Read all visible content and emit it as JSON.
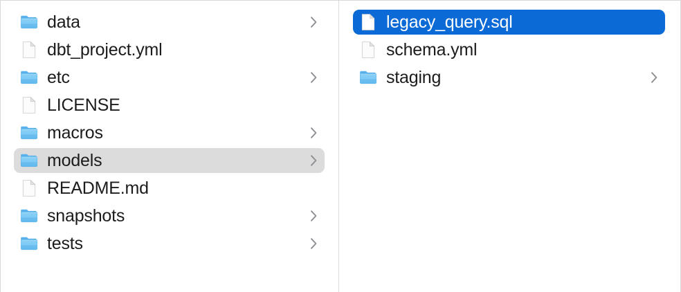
{
  "window": {
    "view_mode": "column-view",
    "background_color": "#ffffff",
    "divider_color": "#dcdcde",
    "selection_active_color": "#0b6ad6",
    "selection_inactive_color": "#dcdcdc",
    "text_color": "#1c1c1e",
    "selected_text_color": "#ffffff",
    "chevron_color": "#8e8e93"
  },
  "columns": [
    {
      "name": "parent-column",
      "items": [
        {
          "label": "data",
          "kind": "folder",
          "icon": "folder-icon",
          "has_chevron": true,
          "selected": "none"
        },
        {
          "label": "dbt_project.yml",
          "kind": "document",
          "icon": "document-icon",
          "has_chevron": false,
          "selected": "none"
        },
        {
          "label": "etc",
          "kind": "folder",
          "icon": "folder-icon",
          "has_chevron": true,
          "selected": "none"
        },
        {
          "label": "LICENSE",
          "kind": "document",
          "icon": "document-icon",
          "has_chevron": false,
          "selected": "none"
        },
        {
          "label": "macros",
          "kind": "folder",
          "icon": "folder-icon",
          "has_chevron": true,
          "selected": "none"
        },
        {
          "label": "models",
          "kind": "folder",
          "icon": "folder-icon",
          "has_chevron": true,
          "selected": "inactive"
        },
        {
          "label": "README.md",
          "kind": "document",
          "icon": "document-icon",
          "has_chevron": false,
          "selected": "none"
        },
        {
          "label": "snapshots",
          "kind": "folder",
          "icon": "folder-icon",
          "has_chevron": true,
          "selected": "none"
        },
        {
          "label": "tests",
          "kind": "folder",
          "icon": "folder-icon",
          "has_chevron": true,
          "selected": "none"
        }
      ]
    },
    {
      "name": "child-column",
      "items": [
        {
          "label": "legacy_query.sql",
          "kind": "document",
          "icon": "document-icon",
          "has_chevron": false,
          "selected": "active"
        },
        {
          "label": "schema.yml",
          "kind": "document",
          "icon": "document-icon",
          "has_chevron": false,
          "selected": "none"
        },
        {
          "label": "staging",
          "kind": "folder",
          "icon": "folder-icon",
          "has_chevron": true,
          "selected": "none"
        }
      ]
    }
  ]
}
